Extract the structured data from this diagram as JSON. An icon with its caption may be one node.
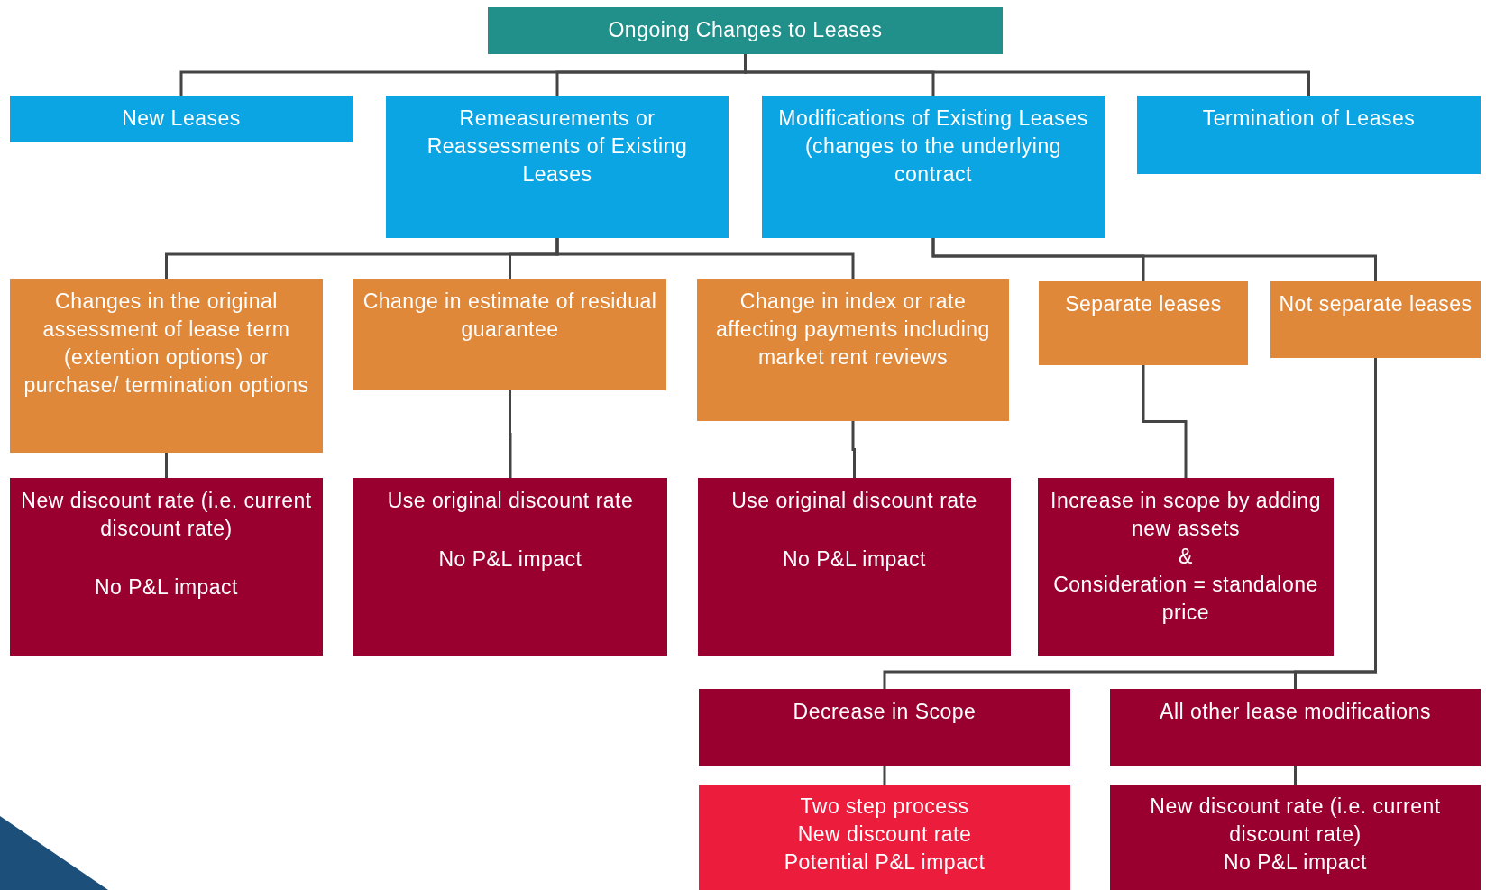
{
  "diagram": {
    "nodes": [
      {
        "text": [
          "Ongoing Changes to Leases"
        ]
      },
      {
        "text": [
          "New Leases"
        ]
      },
      {
        "text": [
          "Remeasurements or Reassessments of Existing Leases"
        ]
      },
      {
        "text": [
          "Modifications of Existing Leases (changes to the underlying contract"
        ]
      },
      {
        "text": [
          "Termination of Leases"
        ]
      },
      {
        "text": [
          "Changes in the original assessment of lease term (extention options) or purchase/ termination options"
        ]
      },
      {
        "text": [
          "Change in estimate of residual guarantee"
        ]
      },
      {
        "text": [
          "Change in index or rate affecting payments including market rent reviews"
        ]
      },
      {
        "text": [
          "Separate leases"
        ]
      },
      {
        "text": [
          "Not separate leases"
        ]
      },
      {
        "text": [
          "New discount rate (i.e. current discount rate)",
          "No P&L impact"
        ]
      },
      {
        "text": [
          "Use original discount rate",
          "No P&L impact"
        ]
      },
      {
        "text": [
          "Use original discount rate",
          "No P&L impact"
        ]
      },
      {
        "text": [
          "Increase in scope by adding new assets",
          "&",
          "Consideration = standalone price"
        ]
      },
      {
        "text": [
          "Decrease in Scope"
        ]
      },
      {
        "text": [
          "All other lease modifications"
        ]
      },
      {
        "text": [
          "Two step process",
          "New discount rate",
          "Potential P&L impact"
        ]
      },
      {
        "text": [
          "New discount rate (i.e. current discount rate)",
          "No P&L impact"
        ]
      }
    ],
    "edges": [
      {
        "from": 0,
        "to": 1,
        "arrow": "none"
      },
      {
        "from": 0,
        "to": 2,
        "arrow": "none"
      },
      {
        "from": 0,
        "to": 3,
        "arrow": "none"
      },
      {
        "from": 0,
        "to": 4,
        "arrow": "none"
      },
      {
        "from": 2,
        "to": 5,
        "arrow": "none"
      },
      {
        "from": 2,
        "to": 6,
        "arrow": "none"
      },
      {
        "from": 2,
        "to": 7,
        "arrow": "none"
      },
      {
        "from": 3,
        "to": 8,
        "arrow": "none"
      },
      {
        "from": 3,
        "to": 9,
        "arrow": "none"
      },
      {
        "from": 5,
        "to": 10,
        "arrow": "none"
      },
      {
        "from": 6,
        "to": 11,
        "arrow": "none"
      },
      {
        "from": 7,
        "to": 12,
        "arrow": "none"
      },
      {
        "from": 8,
        "to": 13,
        "arrow": "none"
      },
      {
        "from": 9,
        "to": 14,
        "arrow": "none"
      },
      {
        "from": 9,
        "to": 15,
        "arrow": "none"
      },
      {
        "from": 14,
        "to": 16,
        "arrow": "none"
      },
      {
        "from": 15,
        "to": 17,
        "arrow": "none"
      }
    ]
  }
}
